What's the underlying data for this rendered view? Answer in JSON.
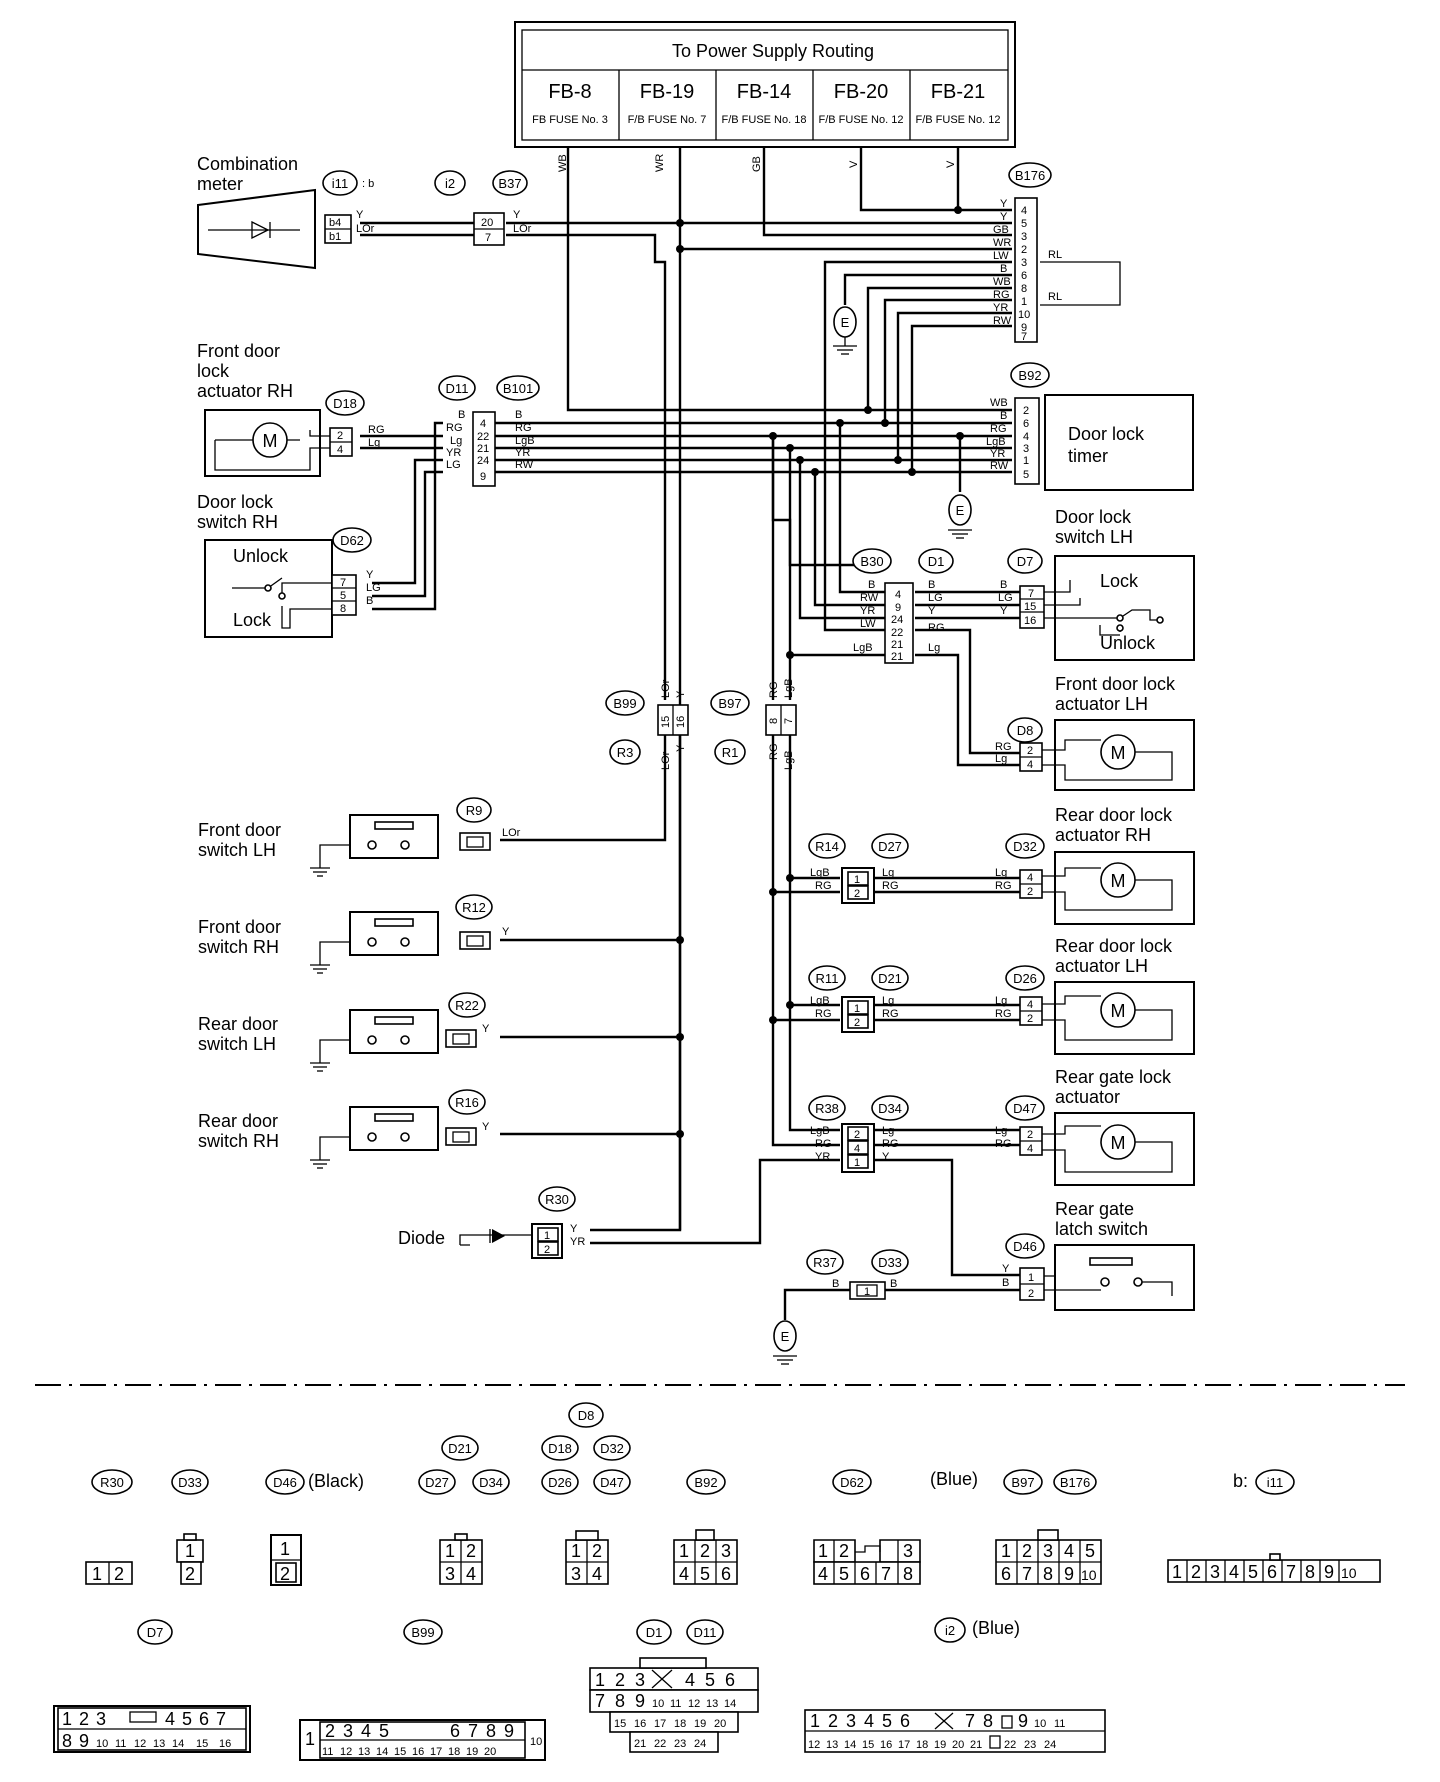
{
  "power": {
    "title": "To Power Supply Routing",
    "fuses": [
      {
        "id": "FB-8",
        "sub": "FB FUSE No. 3"
      },
      {
        "id": "FB-19",
        "sub": "F/B FUSE No. 7"
      },
      {
        "id": "FB-14",
        "sub": "F/B FUSE No. 18"
      },
      {
        "id": "FB-20",
        "sub": "F/B FUSE No. 12"
      },
      {
        "id": "FB-21",
        "sub": "F/B FUSE No. 12"
      }
    ],
    "wire_colors": [
      "WB",
      "WR",
      "GB",
      "V",
      "V"
    ]
  },
  "components": {
    "combination_meter": [
      "Combination",
      "meter"
    ],
    "front_door_lock_actuator_rh": [
      "Front door",
      "lock",
      "actuator RH"
    ],
    "door_lock_switch_rh": [
      "Door lock",
      "switch RH"
    ],
    "door_lock_switch_rh_unlock": "Unlock",
    "door_lock_switch_rh_lock": "Lock",
    "door_lock_timer": [
      "Door lock",
      "timer"
    ],
    "door_lock_switch_lh": [
      "Door lock",
      "switch LH"
    ],
    "door_lock_switch_lh_lock": "Lock",
    "door_lock_switch_lh_unlock": "Unlock",
    "front_door_lock_actuator_lh": [
      "Front door lock",
      "actuator LH"
    ],
    "rear_door_lock_actuator_rh": [
      "Rear door lock",
      "actuator RH"
    ],
    "rear_door_lock_actuator_lh": [
      "Rear door lock",
      "actuator LH"
    ],
    "rear_gate_lock_actuator": [
      "Rear gate lock",
      "actuator"
    ],
    "rear_gate_latch_switch": [
      "Rear gate",
      "latch switch"
    ],
    "front_door_switch_lh": [
      "Front door",
      "switch LH"
    ],
    "front_door_switch_rh": [
      "Front door",
      "switch RH"
    ],
    "rear_door_switch_lh": [
      "Rear door",
      "switch LH"
    ],
    "rear_door_switch_rh": [
      "Rear door",
      "switch RH"
    ],
    "diode": "Diode",
    "ground": "E"
  },
  "connectors": {
    "i11": "i11",
    "i11_suffix": ": b",
    "i2": "i2",
    "B37": "B37",
    "B176": "B176",
    "D18": "D18",
    "D11": "D11",
    "B101": "B101",
    "B92": "B92",
    "D62": "D62",
    "B30": "B30",
    "D1": "D1",
    "D7": "D7",
    "D8": "D8",
    "B99": "B99",
    "B97": "B97",
    "R3": "R3",
    "R1": "R1",
    "R9": "R9",
    "R12": "R12",
    "R22": "R22",
    "R16": "R16",
    "R14": "R14",
    "D27": "D27",
    "D32": "D32",
    "R11": "R11",
    "D21": "D21",
    "D26": "D26",
    "R38": "R38",
    "D34": "D34",
    "D47": "D47",
    "R30": "R30",
    "R37": "R37",
    "D33": "D33",
    "D46": "D46"
  },
  "wires": {
    "Y": "Y",
    "LOr": "LOr",
    "RL": "RL",
    "B": "B",
    "GB": "GB",
    "WR": "WR",
    "LW": "LW",
    "WB": "WB",
    "RG": "RG",
    "YR": "YR",
    "RW": "RW",
    "Lg": "Lg",
    "LG": "LG",
    "LgB": "LgB"
  },
  "legend": {
    "row1": [
      {
        "ids": [
          "R30"
        ]
      },
      {
        "ids": [
          "D33"
        ]
      },
      {
        "ids": [
          "D46"
        ],
        "note": "(Black)"
      },
      {
        "ids": [
          "D21",
          "D27",
          "D34"
        ]
      },
      {
        "ids": [
          "D8",
          "D18",
          "D32",
          "D26",
          "D47"
        ]
      },
      {
        "ids": [
          "B92"
        ]
      },
      {
        "ids": [
          "D62"
        ]
      },
      {
        "ids": [
          "B97",
          "B176"
        ],
        "note": "(Blue)"
      },
      {
        "ids": [
          "i11"
        ],
        "prefix": "b:"
      }
    ],
    "row2": [
      {
        "ids": [
          "D7"
        ]
      },
      {
        "ids": [
          "B99"
        ]
      },
      {
        "ids": [
          "D1",
          "D11"
        ]
      },
      {
        "ids": [
          "i2"
        ],
        "note": "(Blue)"
      }
    ]
  }
}
